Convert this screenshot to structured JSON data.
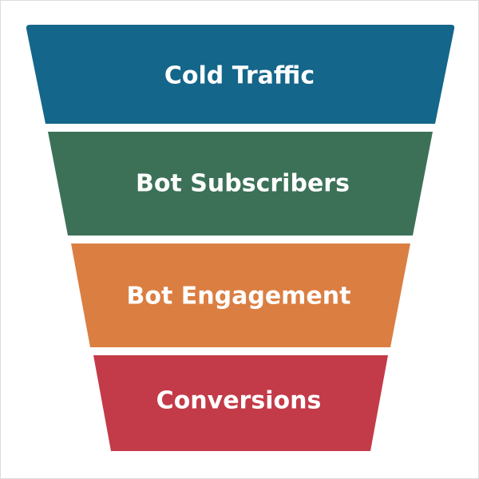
{
  "funnel": {
    "stages": [
      {
        "label": "Cold Traffic",
        "color": "#14668a"
      },
      {
        "label": "Bot Subscribers",
        "color": "#3c7158"
      },
      {
        "label": "Bot Engagement",
        "color": "#db7e42"
      },
      {
        "label": "Conversions",
        "color": "#c33b48"
      }
    ]
  }
}
